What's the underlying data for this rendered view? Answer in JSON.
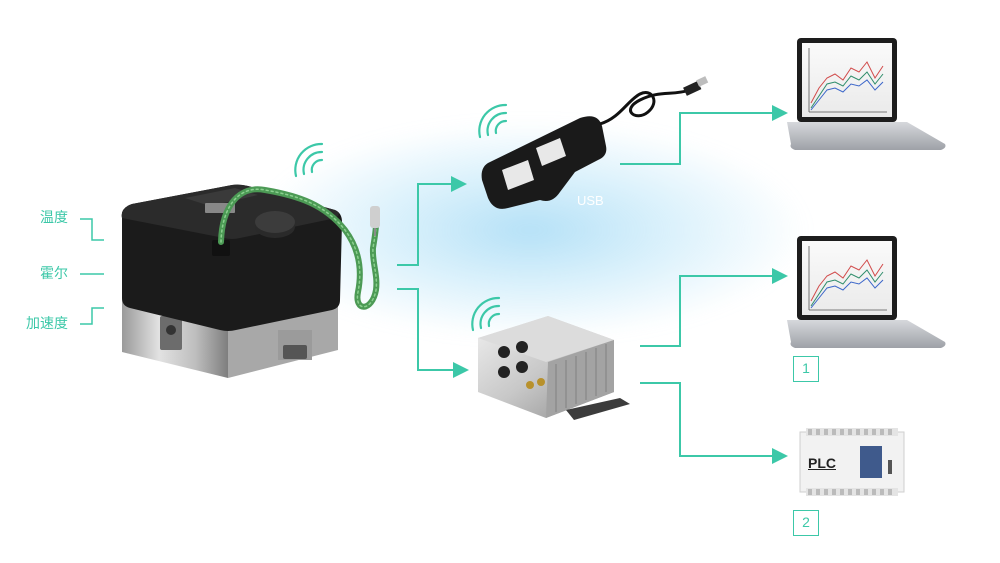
{
  "sensor_labels": [
    "温度",
    "霍尔",
    "加速度"
  ],
  "usb_label": "USB",
  "plc_label": "PLC",
  "output_numbers": [
    "1",
    "2"
  ],
  "colors": {
    "accent": "#3cc8a8",
    "glow": "#8fd2f2",
    "device_body": "#1b1b1b",
    "metal": "#c9c9c9",
    "cable": "#4c9a55"
  },
  "icons": [
    "wifi-icon",
    "laptop-icon",
    "usb-receiver-icon",
    "gateway-icon",
    "plc-icon",
    "sensor-device-icon"
  ]
}
